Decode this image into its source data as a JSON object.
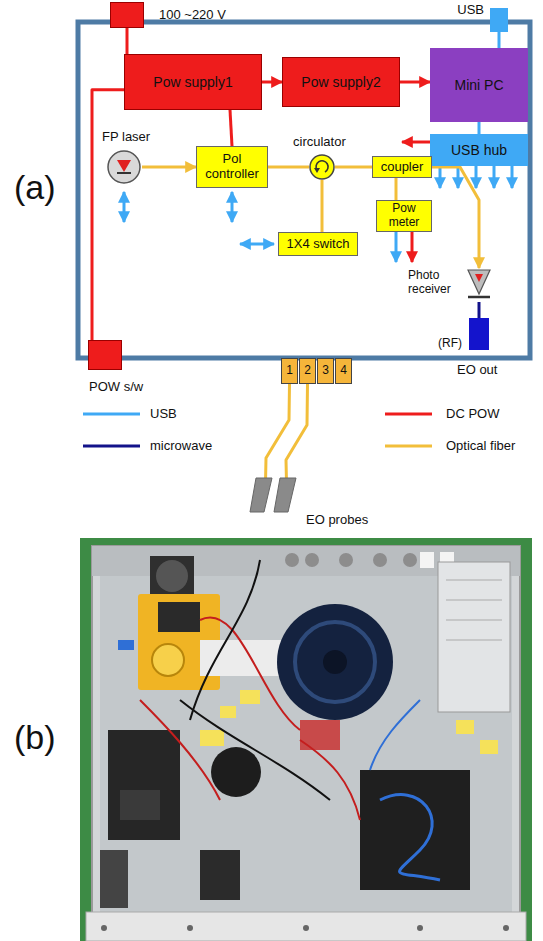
{
  "diagram": {
    "nodes": [
      {
        "text": [
          "100 ~220 V"
        ]
      },
      {
        "text": [
          "USB"
        ]
      },
      {
        "text": [
          "Pow supply1"
        ]
      },
      {
        "text": [
          "Pow supply2"
        ]
      },
      {
        "text": [
          "Mini PC"
        ]
      },
      {
        "text": [
          "USB hub"
        ]
      },
      {
        "text": [
          "FP laser"
        ]
      },
      {
        "text": [
          "Pol controller"
        ]
      },
      {
        "text": [
          "circulator"
        ]
      },
      {
        "text": [
          "coupler"
        ]
      },
      {
        "text": [
          "Pow meter"
        ]
      },
      {
        "text": [
          "1X4 switch"
        ]
      },
      {
        "text": [
          "Photo receiver"
        ]
      },
      {
        "text": [
          "POW s/w"
        ]
      },
      {
        "text": [
          "EO out"
        ]
      },
      {
        "text": [
          "1"
        ]
      },
      {
        "text": [
          "2"
        ]
      },
      {
        "text": [
          "3"
        ]
      },
      {
        "text": [
          "4"
        ]
      },
      {
        "text": [
          "EO probes"
        ]
      }
    ],
    "edges": [
      {
        "from": 0,
        "to": 2,
        "arrow": "none"
      },
      {
        "from": 1,
        "to": 4,
        "arrow": "none"
      },
      {
        "from": 2,
        "to": 3,
        "arrow": "to"
      },
      {
        "from": 3,
        "to": 4,
        "arrow": "to"
      },
      {
        "from": 2,
        "to": 13,
        "arrow": "none"
      },
      {
        "from": 2,
        "to": 7,
        "arrow": "none"
      },
      {
        "from": 4,
        "to": 5,
        "arrow": "none"
      },
      {
        "from": 6,
        "to": 7,
        "arrow": "to"
      },
      {
        "from": 7,
        "to": 8,
        "arrow": "none"
      },
      {
        "from": 8,
        "to": 9,
        "arrow": "none"
      },
      {
        "from": 9,
        "to": 10,
        "arrow": "none"
      },
      {
        "from": 9,
        "to": 12,
        "arrow": "to"
      },
      {
        "from": 8,
        "to": 11,
        "arrow": "none"
      },
      {
        "from": 12,
        "to": 14,
        "arrow": "none"
      },
      {
        "from": 15,
        "to": 19,
        "arrow": "none"
      },
      {
        "from": 16,
        "to": 19,
        "arrow": "none"
      }
    ],
    "labels": [
      "(a)",
      "(RF)",
      "(b)"
    ],
    "legend": [
      {
        "text": "USB"
      },
      {
        "text": "DC POW"
      },
      {
        "text": "microwave"
      },
      {
        "text": "Optical fiber"
      }
    ]
  }
}
